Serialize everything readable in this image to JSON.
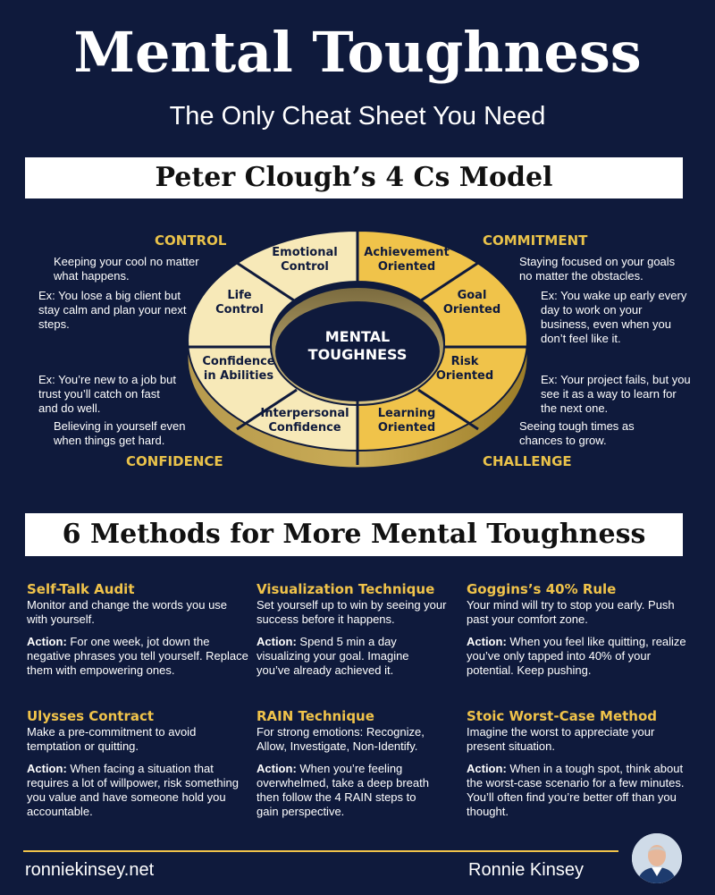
{
  "header": {
    "title": "Mental Toughness",
    "subtitle": "The Only Cheat Sheet You Need"
  },
  "model": {
    "banner": "Peter Clough’s 4 Cs Model",
    "center_line1": "MENTAL",
    "center_line2": "TOUGHNESS",
    "segments": {
      "emotional_control": [
        "Emotional",
        "Control"
      ],
      "life_control": [
        "Life",
        "Control"
      ],
      "achievement": [
        "Achievement",
        "Oriented"
      ],
      "goal": [
        "Goal",
        "Oriented"
      ],
      "risk": [
        "Risk",
        "Oriented"
      ],
      "learning": [
        "Learning",
        "Oriented"
      ],
      "interpersonal": [
        "Interpersonal",
        "Confidence"
      ],
      "abilities": [
        "Confidence",
        "in Abilities"
      ]
    },
    "control": {
      "heading": "CONTROL",
      "desc": "Keeping your cool no matter what happens.",
      "example": "Ex: You lose a big client but stay calm and plan your next steps."
    },
    "commitment": {
      "heading": "COMMITMENT",
      "desc": "Staying focused on your goals no matter the obstacles.",
      "example": "Ex: You wake up early every day to work on your business, even when you don’t feel like it."
    },
    "confidence": {
      "heading": "CONFIDENCE",
      "example": "Ex: You’re new to a job but trust you’ll catch on fast and do well.",
      "desc": "Believing in yourself even when things get hard."
    },
    "challenge": {
      "heading": "CHALLENGE",
      "example": "Ex: Your project fails, but you see it as a way to learn for the next one.",
      "desc": "Seeing tough times as chances to grow."
    },
    "colors": {
      "gold": "#f0c34a",
      "cream": "#f7e9b8",
      "navy": "#0f1a3c"
    }
  },
  "methods": {
    "banner": "6 Methods for More Mental Toughness",
    "action_label": "Action:",
    "items": [
      {
        "title": "Self-Talk Audit",
        "desc": "Monitor and change the words you use with yourself.",
        "action": " For one week, jot down the negative phrases you tell yourself. Replace them with empowering ones."
      },
      {
        "title": "Visualization Technique",
        "desc": "Set yourself up to win by seeing your success before it happens.",
        "action": " Spend 5 min a day visualizing your goal. Imagine you’ve already achieved it."
      },
      {
        "title": "Goggins’s 40% Rule",
        "desc": "Your mind will try to stop you early. Push past your comfort zone.",
        "action": " When you feel like quitting, realize you’ve only tapped into 40% of your potential. Keep pushing."
      },
      {
        "title": "Ulysses Contract",
        "desc": "Make a pre-commitment to avoid temptation or quitting.",
        "action": " When facing a situation that requires a lot of willpower, risk something you value and have someone hold you accountable."
      },
      {
        "title": "RAIN Technique",
        "desc": "For strong emotions: Recognize, Allow, Investigate, Non-Identify.",
        "action": " When you’re feeling overwhelmed, take a deep breath then follow the 4 RAIN steps to gain perspective."
      },
      {
        "title": "Stoic Worst-Case Method",
        "desc": "Imagine the worst to appreciate your present situation.",
        "action": " When in a tough spot, think about the worst-case scenario for a few minutes. You’ll often find you’re better off than you thought."
      }
    ]
  },
  "footer": {
    "site": "ronniekinsey.net",
    "author": "Ronnie Kinsey"
  }
}
